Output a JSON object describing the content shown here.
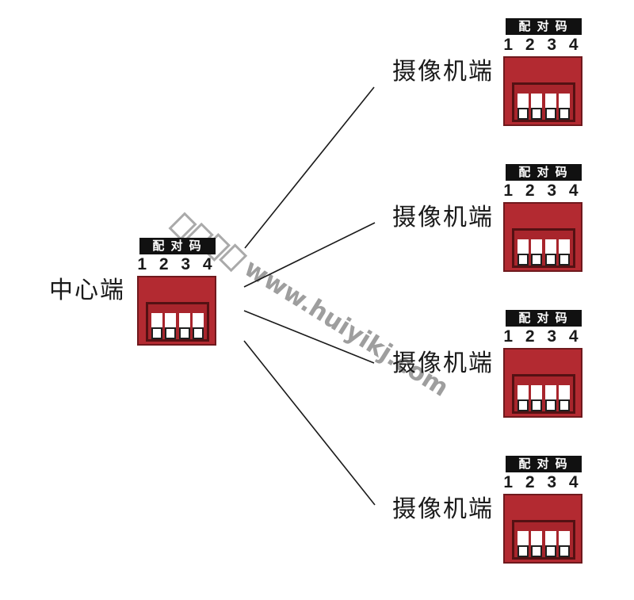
{
  "diagram": {
    "type": "wireless-pairing-diagram",
    "center_unit": {
      "label": "中心端"
    },
    "camera_units": [
      {
        "label": "摄像机端"
      },
      {
        "label": "摄像机端"
      },
      {
        "label": "摄像机端"
      },
      {
        "label": "摄像机端"
      }
    ],
    "dip_switch": {
      "header": "配 对 码",
      "numbers": "1 2 3 4",
      "switch_count": 4,
      "switch_states": [
        "down",
        "down",
        "down",
        "down"
      ]
    },
    "connections": [
      {
        "from": "中心端",
        "to": "摄像机端-1"
      },
      {
        "from": "中心端",
        "to": "摄像机端-2"
      },
      {
        "from": "中心端",
        "to": "摄像机端-3"
      },
      {
        "from": "中心端",
        "to": "摄像机端-4"
      }
    ]
  },
  "watermark": {
    "text": "www.huiyikj.com"
  },
  "colors": {
    "background": "#ffffff",
    "dip_body_red": "#b32a31",
    "dip_inner_red": "#a8252c",
    "dip_body_border": "#6f191d",
    "dip_inner_border": "#541113",
    "label_bar_bg": "#111111",
    "label_bar_text": "#ffffff",
    "text": "#1a1a1a",
    "connection_line": "#1a1a1a",
    "watermark_gray": "#9e9e9e"
  }
}
